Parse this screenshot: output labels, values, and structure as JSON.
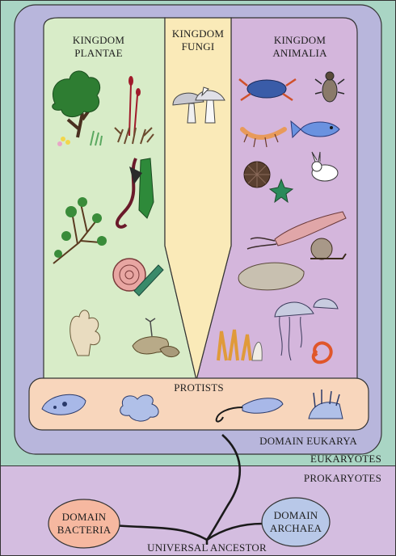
{
  "kingdoms": {
    "plantae": {
      "line1": "KINGDOM",
      "line2": "PLANTAE"
    },
    "fungi": {
      "line1": "KINGDOM",
      "line2": "FUNGI"
    },
    "animalia": {
      "line1": "KINGDOM",
      "line2": "ANIMALIA"
    }
  },
  "protists": "PROTISTS",
  "domains": {
    "eukarya": "DOMAIN EUKARYA",
    "bacteria": {
      "line1": "DOMAIN",
      "line2": "BACTERIA"
    },
    "archaea": {
      "line1": "DOMAIN",
      "line2": "ARCHAEA"
    }
  },
  "groups": {
    "eukaryotes": "EUKARYOTES",
    "prokaryotes": "PROKARYOTES"
  },
  "root": "UNIVERSAL ANCESTOR",
  "colors": {
    "eukaryote_band": "#a9d5c4",
    "prokaryote_band": "#d4bde0",
    "eukarya_domain": "#b8b6dc",
    "plantae": "#d8ecc8",
    "fungi": "#faeab8",
    "animalia": "#d4b6dc",
    "protists": "#f8d6bc",
    "bacteria": "#f6b8a0",
    "archaea": "#b8c8e8"
  }
}
